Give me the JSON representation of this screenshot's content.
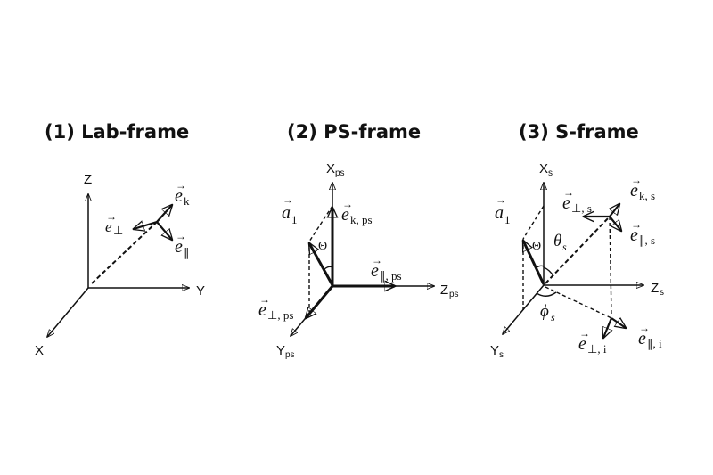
{
  "panels": [
    {
      "title": "(1) Lab-frame",
      "axes": {
        "z": "Z",
        "y": "Y",
        "x": "X"
      },
      "vectors": {
        "k_sub": "k",
        "perp_sub": "⊥",
        "par_sub": "∥"
      }
    },
    {
      "title": "(2) PS-frame",
      "axes": {
        "x": "X",
        "x_sub": "ps",
        "y": "Y",
        "y_sub": "ps",
        "z": "Z",
        "z_sub": "ps"
      },
      "vectors": {
        "a": "a",
        "a_sub": "1",
        "k_sub": "k, ps",
        "par_sub": "∥, ps",
        "perp_sub": "⊥, ps"
      },
      "angle": "Θ"
    },
    {
      "title": "(3) S-frame",
      "axes": {
        "x": "X",
        "x_sub": "s",
        "y": "Y",
        "y_sub": "s",
        "z": "Z",
        "z_sub": "s"
      },
      "vectors": {
        "a": "a",
        "a_sub": "1",
        "k_sub": "k, s",
        "perp_s_sub": "⊥, s",
        "par_s_sub": "∥, s",
        "perp_i_sub": "⊥, i",
        "par_i_sub": "∥, i"
      },
      "angles": {
        "Theta": "Θ",
        "theta": "θ",
        "theta_sub": "s",
        "phi": "ϕ",
        "phi_sub": "s"
      }
    }
  ],
  "vector_symbol": "e",
  "vector_arrow": "→"
}
